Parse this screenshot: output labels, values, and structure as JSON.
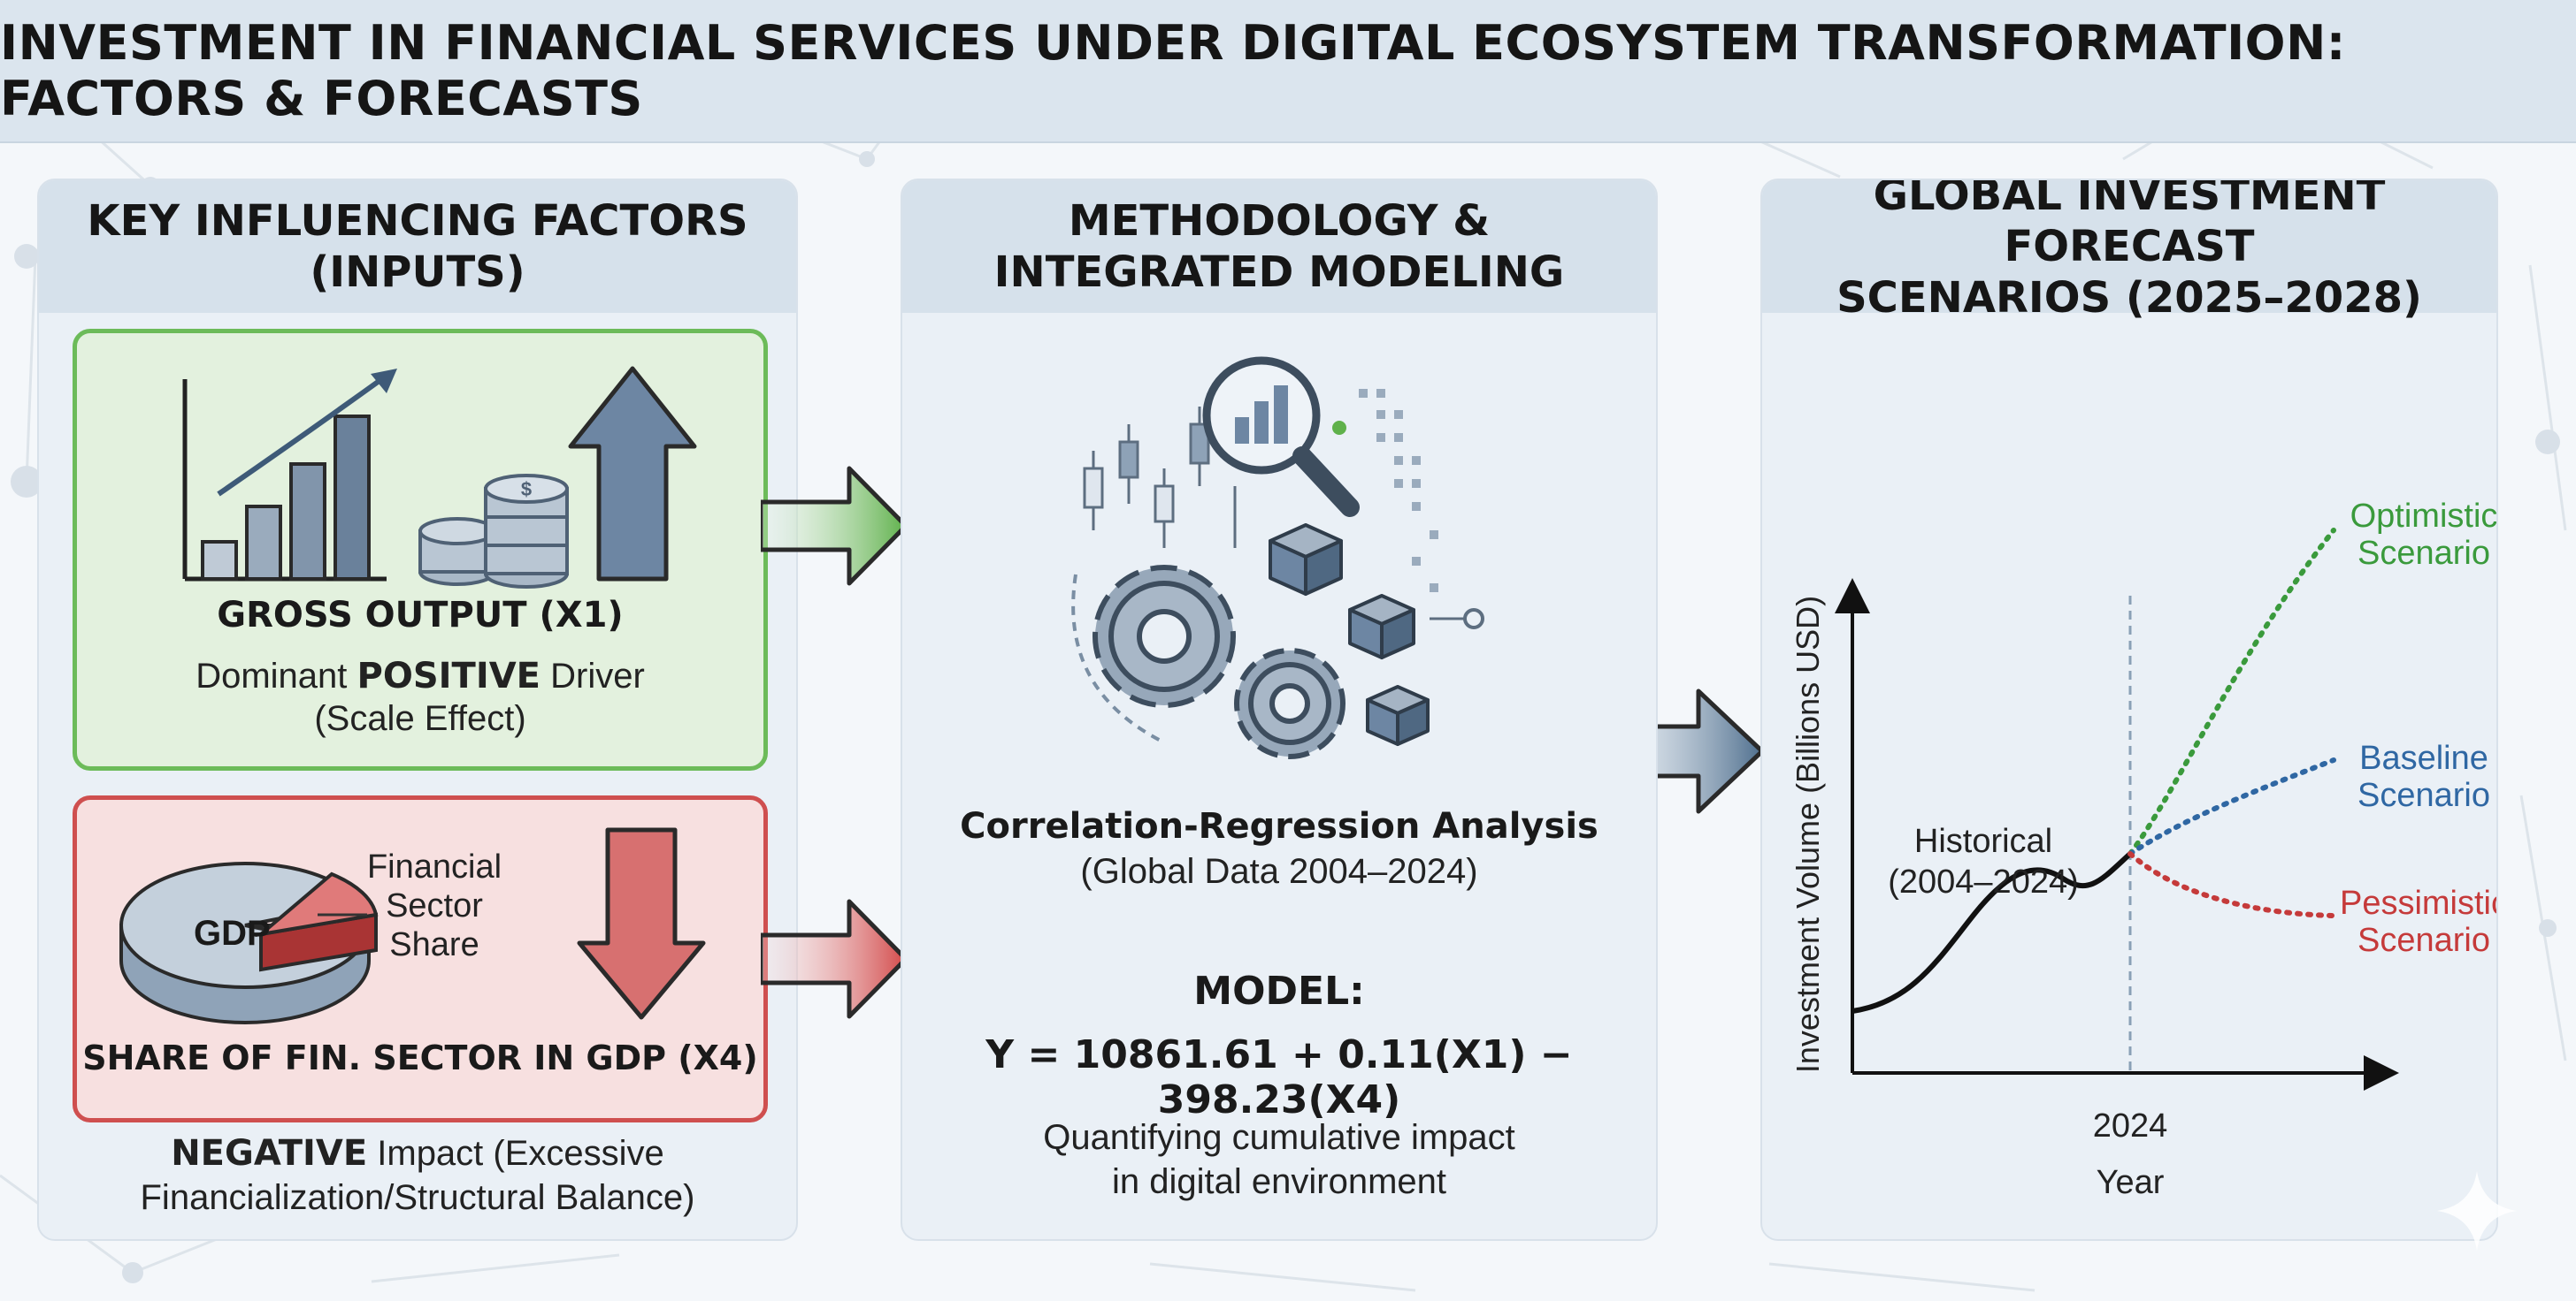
{
  "title": "INVESTMENT IN FINANCIAL SERVICES UNDER DIGITAL ECOSYSTEM TRANSFORMATION: FACTORS & FORECASTS",
  "colors": {
    "positive": "#6cbb59",
    "negative": "#cf4f4f",
    "optimistic": "#3a9a3c",
    "baseline": "#2f67a3",
    "pessimistic": "#c53a3a",
    "panel_bg": "#eaf0f6",
    "header_bg": "#d6e1eb"
  },
  "inputs": {
    "header": "KEY INFLUENCING FACTORS\n(INPUTS)",
    "gross_output": {
      "name": "GROSS OUTPUT (X1)",
      "desc_pre": "Dominant ",
      "desc_strong": "POSITIVE",
      "desc_post": " Driver",
      "desc_line2": "(Scale Effect)",
      "icons": [
        "bar-chart-icon",
        "coin-stack-icon",
        "up-arrow-icon"
      ]
    },
    "fin_share": {
      "name": "SHARE OF FIN. SECTOR IN GDP (X4)",
      "pie_label": "GDP",
      "slice_label": [
        "Financial",
        "Sector",
        "Share"
      ],
      "desc_strong": "NEGATIVE",
      "desc_post": " Impact (Excessive",
      "desc_line2": "Financialization/Structural Balance)",
      "icons": [
        "pie-chart-icon",
        "down-arrow-icon"
      ]
    }
  },
  "method": {
    "header": "METHODOLOGY &\nINTEGRATED MODELING",
    "analysis": "Correlation-Regression Analysis",
    "analysis_sub": "(Global Data 2004–2024)",
    "model_label": "MODEL:",
    "equation": "Y = 10861.61 + 0.11(X1) − 398.23(X4)",
    "note": [
      "Quantifying cumulative impact",
      "in digital environment"
    ],
    "icons": [
      "magnifier-icon",
      "gear-icon",
      "cube-icon",
      "candlestick-icon"
    ]
  },
  "forecast": {
    "header": "GLOBAL INVESTMENT FORECAST\nSCENARIOS (2025–2028)",
    "ylabel": "Investment Volume (Billions USD)",
    "xlabel": "Year",
    "x_tick": "2024",
    "historical_label": [
      "Historical",
      "(2004–2024)"
    ],
    "scenarios": [
      {
        "name": [
          "Optimistic",
          "Scenario"
        ],
        "color": "#3a9a3c"
      },
      {
        "name": [
          "Baseline",
          "Scenario"
        ],
        "color": "#2f67a3"
      },
      {
        "name": [
          "Pessimistic",
          "Scenario"
        ],
        "color": "#c53a3a"
      }
    ]
  }
}
